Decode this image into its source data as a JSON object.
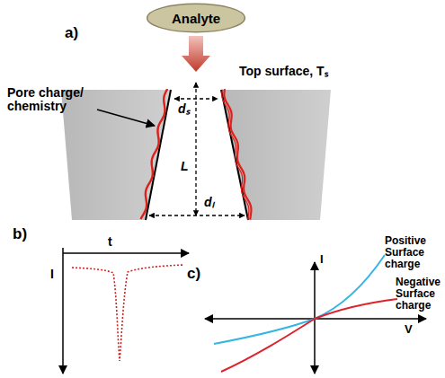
{
  "diagram": {
    "nodes": [
      {
        "text": [
          "Analyte"
        ]
      }
    ],
    "labels": [
      "a)",
      "Top surface, Tₛ",
      "Pore charge/ chemistry",
      "dₛ",
      "L",
      "dₗ",
      "b)",
      "t",
      "I",
      "c)",
      "I",
      "V",
      "Positive Surface charge",
      "Negative Surface charge"
    ]
  }
}
